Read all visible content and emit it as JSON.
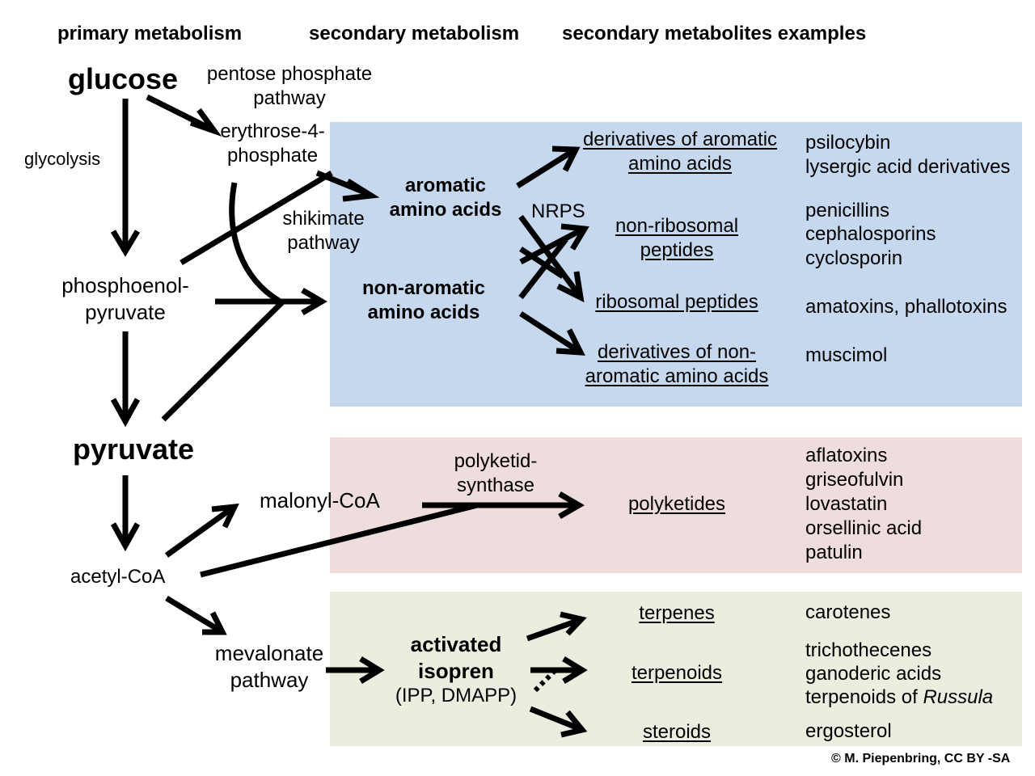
{
  "colors": {
    "blue_panel": "#c6d8ee",
    "pink_panel": "#efdcdc",
    "green_panel": "#e9eedf",
    "arrow": "#000000"
  },
  "headers": {
    "primary": "primary metabolism",
    "secondary": "secondary metabolism",
    "metabolites": "secondary metabolites examples"
  },
  "primary": {
    "glucose": "glucose",
    "pentose_line1": "pentose phosphate",
    "pentose_line2": "pathway",
    "erythrose_line1": "erythrose-4-",
    "erythrose_line2": "phosphate",
    "glycolysis": "glycolysis",
    "shikimate_line1": "shikimate",
    "shikimate_line2": "pathway",
    "pep_line1": "phosphoenol-",
    "pep_line2": "pyruvate",
    "pyruvate": "pyruvate",
    "malonyl": "malonyl-CoA",
    "acetyl": "acetyl-CoA",
    "mevalonate_line1": "mevalonate",
    "mevalonate_line2": "pathway"
  },
  "secondary": {
    "aromatic_line1": "aromatic",
    "aromatic_line2": "amino acids",
    "nonaromatic_line1": "non-aromatic",
    "nonaromatic_line2": "amino acids",
    "nrps": "NRPS",
    "deriv_arom_line1": "derivatives of aromatic",
    "deriv_arom_line2": "amino acids",
    "nonribo_line1": "non-ribosomal",
    "nonribo_line2": "peptides",
    "ribo": "ribosomal peptides",
    "deriv_nonarom_line1": "derivatives of non-",
    "deriv_nonarom_line2": "aromatic amino acids",
    "pks_line1": "polyketid-",
    "pks_line2": "synthase",
    "polyketides": "polyketides",
    "isopren_line1": "activated",
    "isopren_line2": "isopren",
    "isopren_line3": "(IPP, DMAPP)",
    "terpenes": "terpenes",
    "terpenoids": "terpenoids",
    "steroids": "steroids"
  },
  "examples": {
    "psilocybin": "psilocybin",
    "lysergic": "lysergic acid derivatives",
    "penicillins": "penicillins",
    "cephalosporins": "cephalosporins",
    "cyclosporin": "cyclosporin",
    "amatoxins": "amatoxins, phallotoxins",
    "muscimol": "muscimol",
    "aflatoxins": "aflatoxins",
    "griseofulvin": "griseofulvin",
    "lovastatin": "lovastatin",
    "orsellinic": "orsellinic acid",
    "patulin": "patulin",
    "carotenes": "carotenes",
    "trichothecenes": "trichothecenes",
    "ganoderic": "ganoderic acids",
    "terpenoids_of": "terpenoids of ",
    "russula": "Russula",
    "ergosterol": "ergosterol"
  },
  "copyright": "© M. Piepenbring, CC BY -SA"
}
